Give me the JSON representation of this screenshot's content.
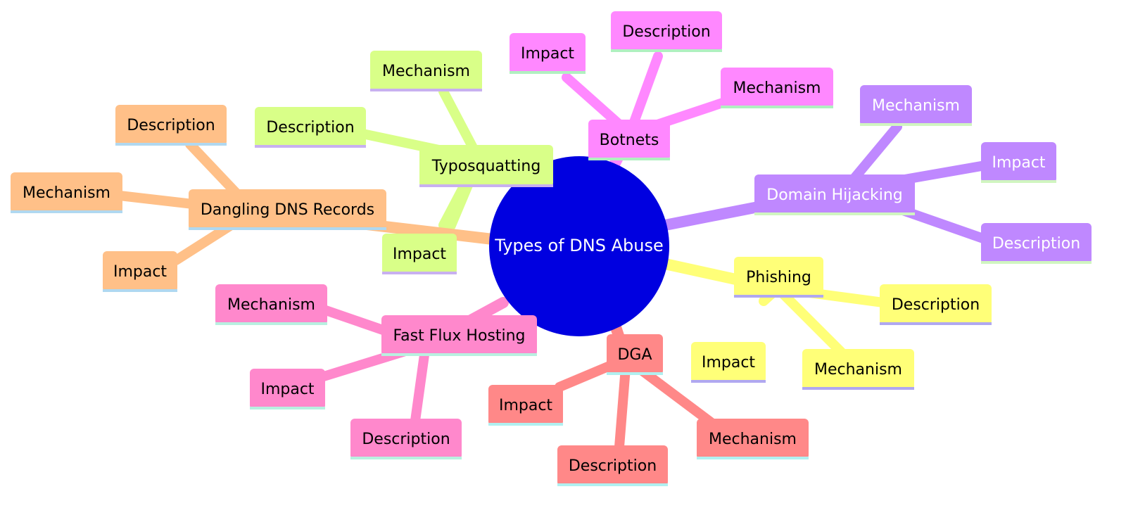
{
  "root": {
    "label": "Types of DNS Abuse",
    "color": "#0000E0",
    "text_color": "#FFFFFF"
  },
  "branches": [
    {
      "key": "botnets",
      "label": "Botnets",
      "color": "#FF88FF",
      "underline": "#B0F0C0",
      "text_color": "#000000",
      "children": [
        {
          "key": "impact",
          "label": "Impact"
        },
        {
          "key": "description",
          "label": "Description"
        },
        {
          "key": "mechanism",
          "label": "Mechanism"
        }
      ]
    },
    {
      "key": "typosquatting",
      "label": "Typosquatting",
      "color": "#D9FF88",
      "underline": "#C8B0F0",
      "text_color": "#000000",
      "children": [
        {
          "key": "mechanism",
          "label": "Mechanism"
        },
        {
          "key": "description",
          "label": "Description"
        },
        {
          "key": "impact",
          "label": "Impact"
        }
      ]
    },
    {
      "key": "domain-hijacking",
      "label": "Domain Hijacking",
      "color": "#BF88FF",
      "underline": "#D0F5C0",
      "text_color": "#FFFFFF",
      "children": [
        {
          "key": "mechanism",
          "label": "Mechanism"
        },
        {
          "key": "impact",
          "label": "Impact"
        },
        {
          "key": "description",
          "label": "Description"
        }
      ]
    },
    {
      "key": "phishing",
      "label": "Phishing",
      "color": "#FFFF78",
      "underline": "#B0A8F0",
      "text_color": "#000000",
      "children": [
        {
          "key": "description",
          "label": "Description"
        },
        {
          "key": "impact",
          "label": "Impact"
        },
        {
          "key": "mechanism",
          "label": "Mechanism"
        }
      ]
    },
    {
      "key": "dga",
      "label": "DGA",
      "color": "#FF8888",
      "underline": "#B0F0F0",
      "text_color": "#000000",
      "children": [
        {
          "key": "impact",
          "label": "Impact"
        },
        {
          "key": "description",
          "label": "Description"
        },
        {
          "key": "mechanism",
          "label": "Mechanism"
        }
      ]
    },
    {
      "key": "fast-flux-hosting",
      "label": "Fast Flux Hosting",
      "color": "#FF88CC",
      "underline": "#B8F0E0",
      "text_color": "#000000",
      "children": [
        {
          "key": "mechanism",
          "label": "Mechanism"
        },
        {
          "key": "impact",
          "label": "Impact"
        },
        {
          "key": "description",
          "label": "Description"
        }
      ]
    },
    {
      "key": "dangling-dns-records",
      "label": "Dangling DNS Records",
      "color": "#FFC088",
      "underline": "#B0D8F0",
      "text_color": "#000000",
      "children": [
        {
          "key": "description",
          "label": "Description"
        },
        {
          "key": "mechanism",
          "label": "Mechanism"
        },
        {
          "key": "impact",
          "label": "Impact"
        }
      ]
    }
  ]
}
